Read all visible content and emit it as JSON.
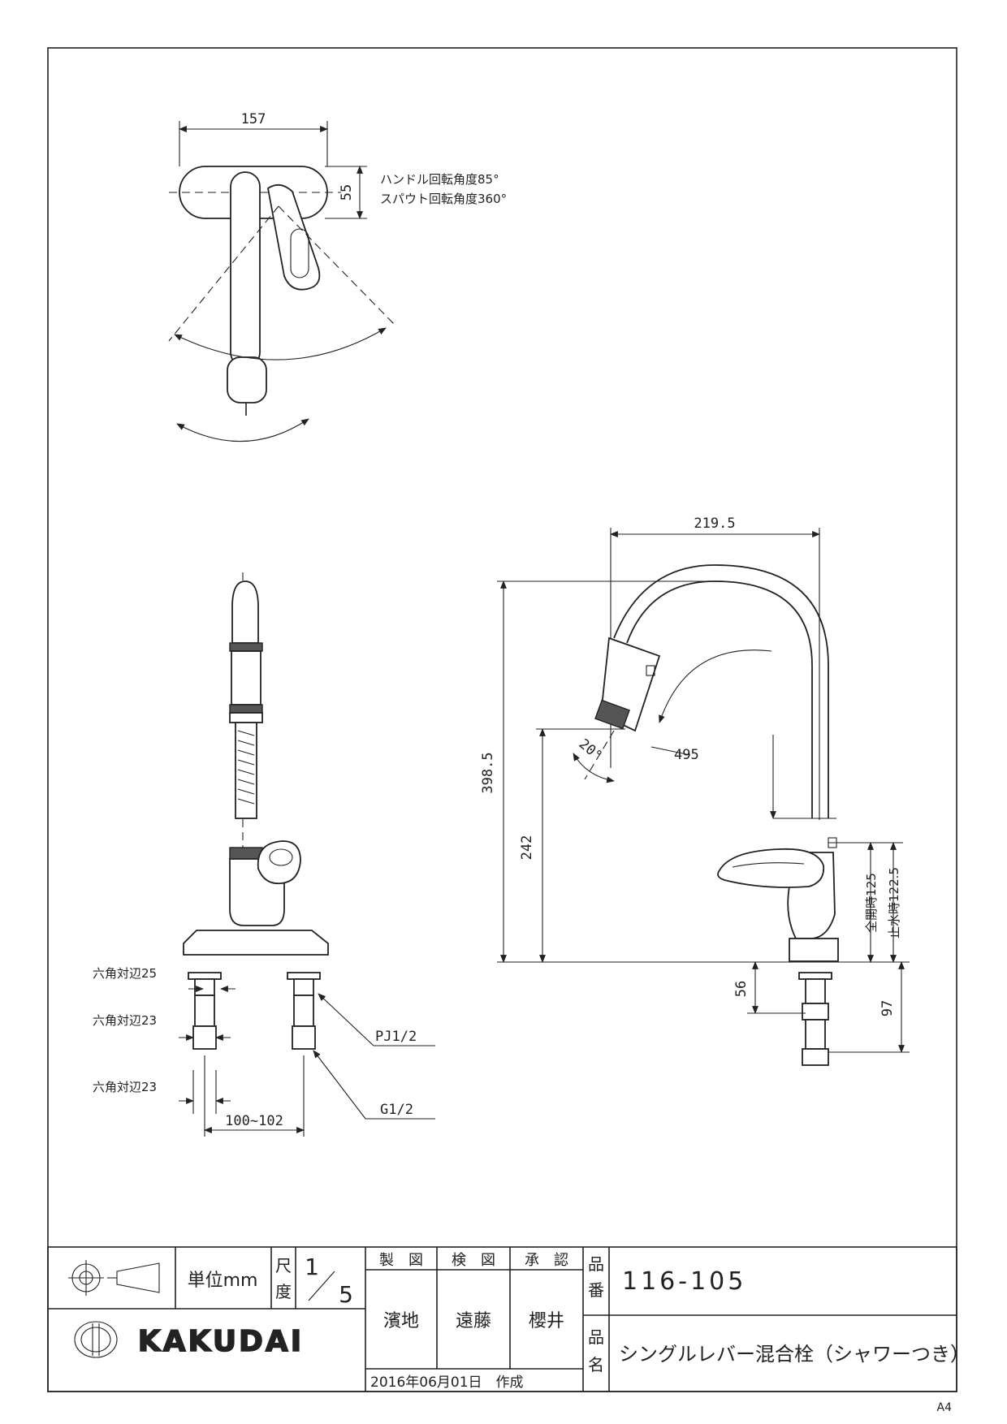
{
  "top_view": {
    "dim_width": "157",
    "dim_depth": "55",
    "note_handle": "ハンドル回転角度85°",
    "note_spout": "スパウト回転角度360°"
  },
  "front_view": {
    "hex_1": "六角対辺25",
    "hex_2": "六角対辺23",
    "hex_3": "六角対辺23",
    "pj": "PJ1/2",
    "g": "G1/2",
    "pitch": "100~102"
  },
  "side_view": {
    "width": "219.5",
    "height": "398.5",
    "spout_height": "242",
    "angle": "20°",
    "reach": "495",
    "open": "全開時125",
    "stop": "止水時122.5",
    "shank": "56",
    "hose": "97"
  },
  "title_block": {
    "unit": "単位mm",
    "scale_label_1": "尺",
    "scale_label_2": "度",
    "scale_num": "1",
    "scale_den": "5",
    "drawn_label": "製　図",
    "checked_label": "検　図",
    "approved_label": "承　認",
    "drawn_by": "濱地",
    "checked_by": "遠藤",
    "approved_by": "櫻井",
    "date": "2016年06月01日　作成",
    "part_no_label_1": "品",
    "part_no_label_2": "番",
    "part_no": "116-105",
    "part_name_label_1": "品",
    "part_name_label_2": "名",
    "part_name": "シングルレバー混合栓（シャワーつき）",
    "brand": "KAKUDAI",
    "paper": "A4"
  }
}
